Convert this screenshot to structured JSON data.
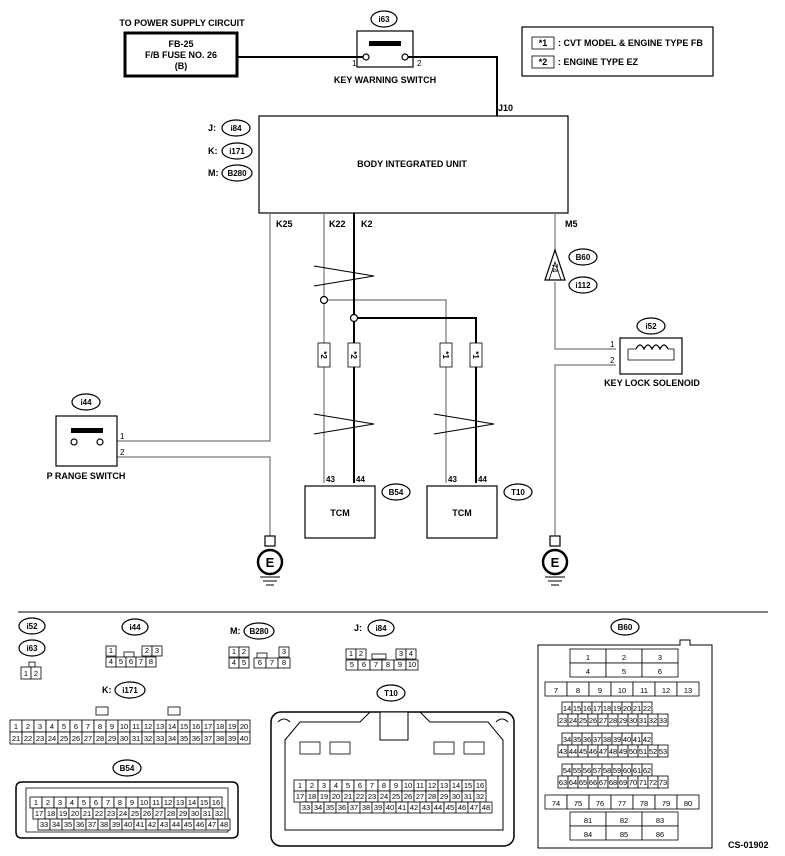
{
  "power_supply": {
    "heading": "TO POWER SUPPLY CIRCUIT",
    "line1": "FB-25",
    "line2": "F/B FUSE NO. 26",
    "line3": "(B)"
  },
  "legend": [
    {
      "mark": "*1",
      "text": ": CVT MODEL & ENGINE TYPE FB"
    },
    {
      "mark": "*2",
      "text": ": ENGINE TYPE EZ"
    }
  ],
  "key_warning_switch": {
    "connector": "i63",
    "name": "KEY WARNING SWITCH",
    "pin1": "1",
    "pin2": "2"
  },
  "body_integrated_unit": {
    "name": "BODY INTEGRATED UNIT",
    "conn_j_prefix": "J:",
    "conn_j": "i84",
    "conn_k_prefix": "K:",
    "conn_k": "i171",
    "conn_m_prefix": "M:",
    "conn_m": "B280",
    "term_j10": "J10",
    "term_k25": "K25",
    "term_k22": "K22",
    "term_k2": "K2",
    "term_m5": "M5"
  },
  "joint": {
    "upper": "B60",
    "lower": "i112",
    "pin": "74"
  },
  "key_lock_solenoid": {
    "connector": "i52",
    "name": "KEY LOCK SOLENOID",
    "pin1": "1",
    "pin2": "2"
  },
  "p_range_switch": {
    "connector": "i44",
    "name": "P RANGE SWITCH",
    "pin1": "1",
    "pin2": "2"
  },
  "tcm_left": {
    "name": "TCM",
    "connector": "B54",
    "pin43": "43",
    "pin44": "44"
  },
  "tcm_right": {
    "name": "TCM",
    "connector": "T10",
    "pin43": "43",
    "pin44": "44"
  },
  "option_marks": [
    "*2",
    "*2",
    "*1",
    "*1"
  ],
  "ground_label": "E",
  "figure_code": "CS-01902",
  "connectors": {
    "i52": "i52",
    "i63": "i63",
    "i63_pins": [
      "1",
      "2"
    ],
    "i44": "i44",
    "i44_top": [
      "1",
      "2",
      "3"
    ],
    "i44_bottom": [
      "4",
      "5",
      "6",
      "7",
      "8"
    ],
    "b280_prefix": "M:",
    "b280": "B280",
    "b280_top": [
      "1",
      "2",
      "3"
    ],
    "b280_bottom": [
      "4",
      "5",
      "6",
      "7",
      "8"
    ],
    "i84_prefix": "J:",
    "i84": "i84",
    "i84_top": [
      "1",
      "2",
      "3",
      "4"
    ],
    "i84_bottom": [
      "5",
      "6",
      "7",
      "8",
      "9",
      "10"
    ],
    "i171_prefix": "K:",
    "i171": "i171",
    "t10": "T10",
    "b54": "B54",
    "b60": "B60"
  }
}
